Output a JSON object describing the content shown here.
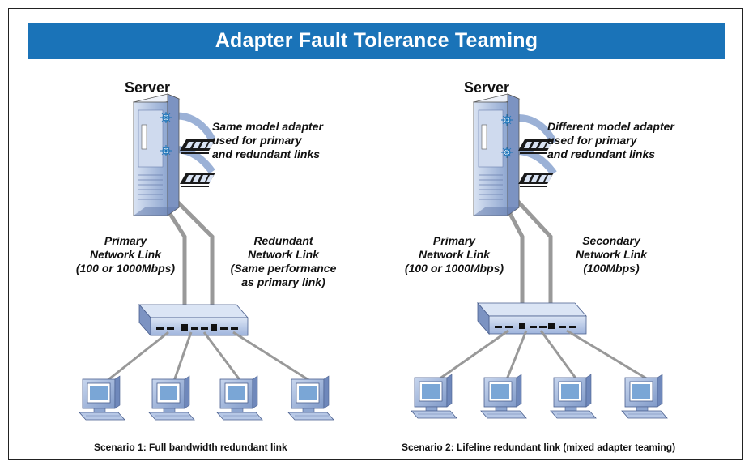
{
  "title": "Adapter Fault Tolerance Teaming",
  "scenarios": [
    {
      "server_label": "Server",
      "adapter_note": [
        "Same model adapter",
        "used for primary",
        "and redundant links"
      ],
      "primary_link": [
        "Primary",
        "Network Link",
        "(100 or 1000Mbps)"
      ],
      "secondary_link": [
        "Redundant",
        "Network Link",
        "(Same performance",
        "as primary link)"
      ],
      "caption": "Scenario 1: Full bandwidth redundant link"
    },
    {
      "server_label": "Server",
      "adapter_note": [
        "Different model adapter",
        "used for primary",
        "and redundant links"
      ],
      "primary_link": [
        "Primary",
        "Network Link",
        "(100 or 1000Mbps)"
      ],
      "secondary_link": [
        "Secondary",
        "Network Link",
        "(100Mbps)"
      ],
      "caption": "Scenario 2: Lifeline redundant link (mixed adapter teaming)"
    }
  ],
  "colors": {
    "title_bar": "#1a73b8",
    "server_body": "#a9bde0",
    "switch_body": "#b7c8e6",
    "link_line": "#999999",
    "monitor_screen": "#7aa6d6"
  },
  "icons": [
    "server-tower-icon",
    "network-adapter-icon",
    "switch-icon",
    "workstation-icon"
  ]
}
